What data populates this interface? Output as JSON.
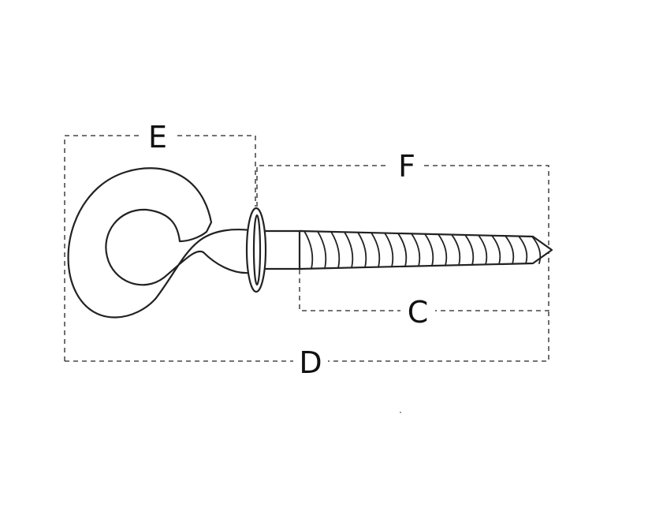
{
  "dimensions": {
    "E": "E",
    "F": "F",
    "C": "C",
    "D": "D"
  },
  "colors": {
    "line": "#222222",
    "background": "#ffffff"
  }
}
